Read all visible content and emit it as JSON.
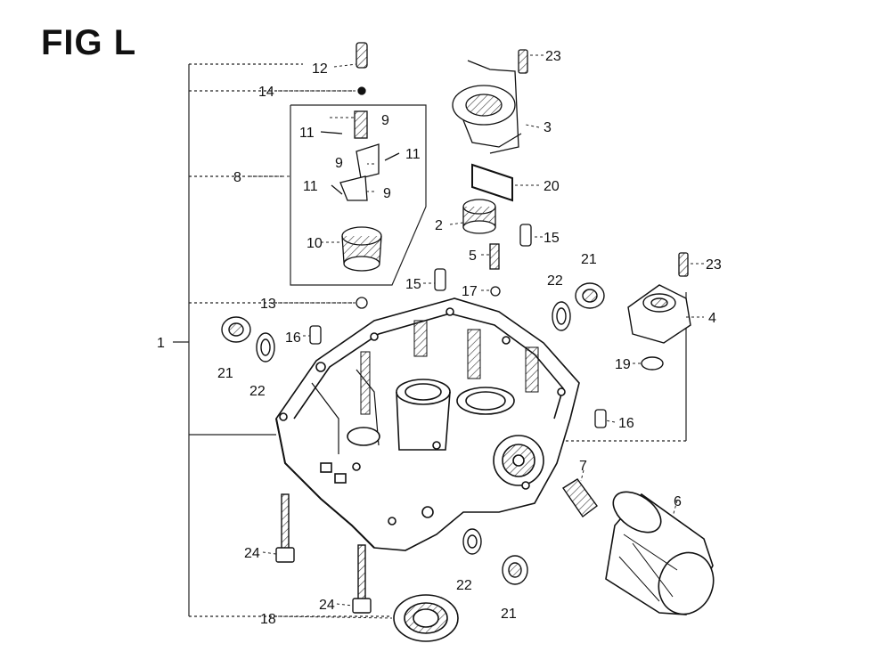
{
  "figure": {
    "title": "FIG L"
  },
  "callouts": {
    "c1": "1",
    "c2": "2",
    "c3": "3",
    "c4": "4",
    "c5": "5",
    "c6": "6",
    "c7": "7",
    "c8": "8",
    "c9a": "9",
    "c9b": "9",
    "c9c": "9",
    "c10": "10",
    "c11a": "11",
    "c11b": "11",
    "c11c": "11",
    "c12": "12",
    "c13": "13",
    "c14": "14",
    "c15a": "15",
    "c15b": "15",
    "c16a": "16",
    "c16b": "16",
    "c17": "17",
    "c18": "18",
    "c19": "19",
    "c20": "20",
    "c21a": "21",
    "c21b": "21",
    "c21c": "21",
    "c22a": "22",
    "c22b": "22",
    "c22c": "22",
    "c23a": "23",
    "c23b": "23",
    "c24a": "24",
    "c24b": "24"
  }
}
